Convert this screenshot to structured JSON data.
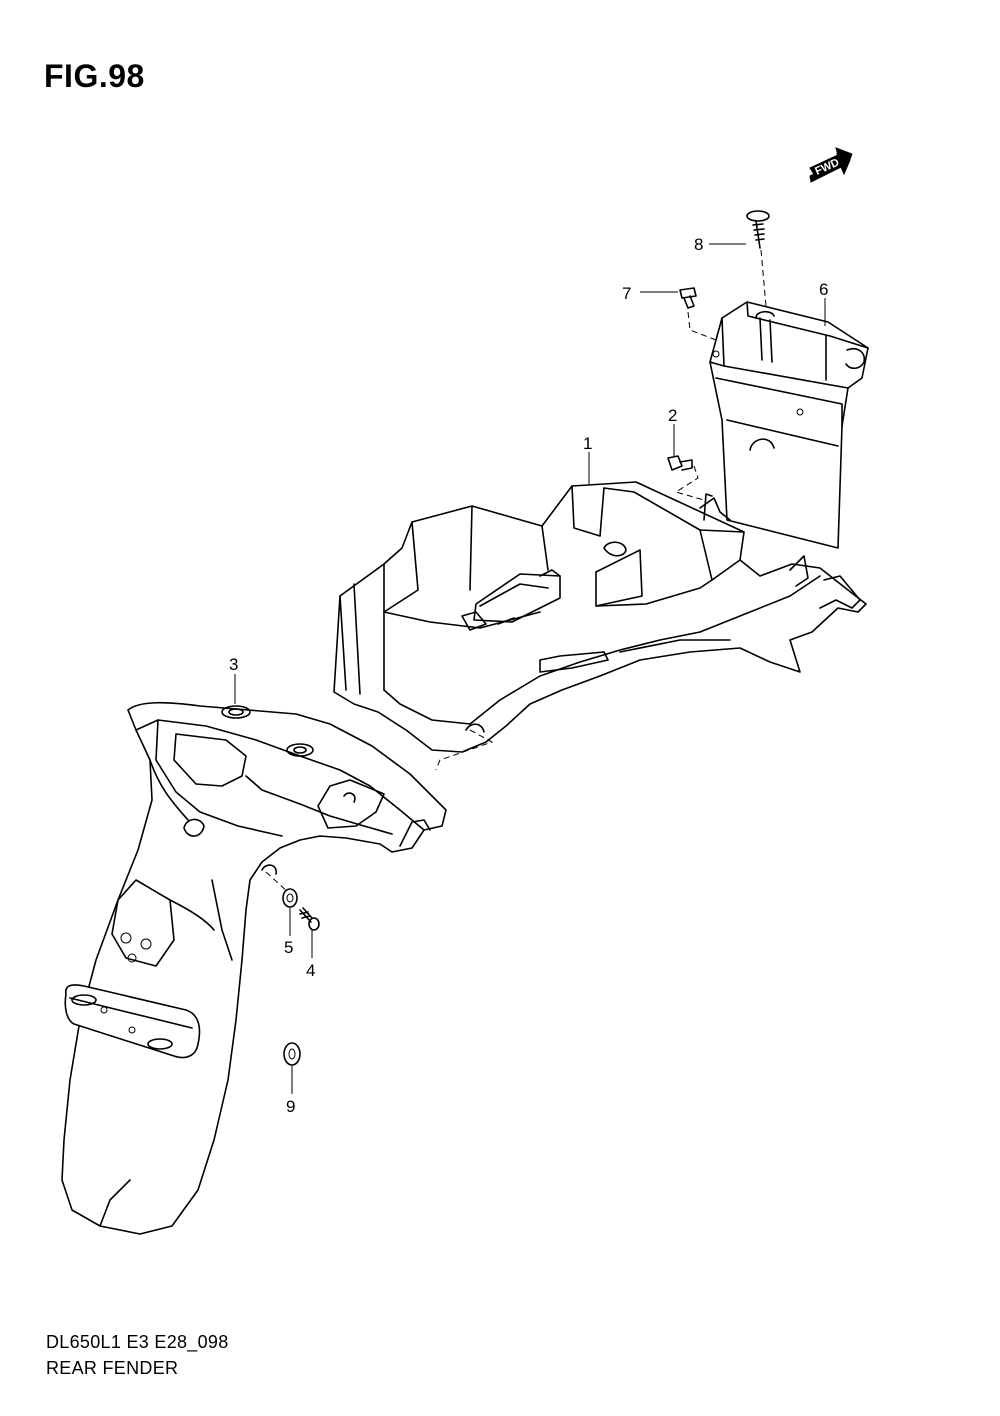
{
  "figure": {
    "title": "FIG.98",
    "fwd_label": "FWD"
  },
  "parts": {
    "p1": "1",
    "p2": "2",
    "p3": "3",
    "p4": "4",
    "p5": "5",
    "p6": "6",
    "p7": "7",
    "p8": "8",
    "p9": "9"
  },
  "footer": {
    "code": "DL650L1 E3 E28_098",
    "name": "REAR FENDER"
  }
}
